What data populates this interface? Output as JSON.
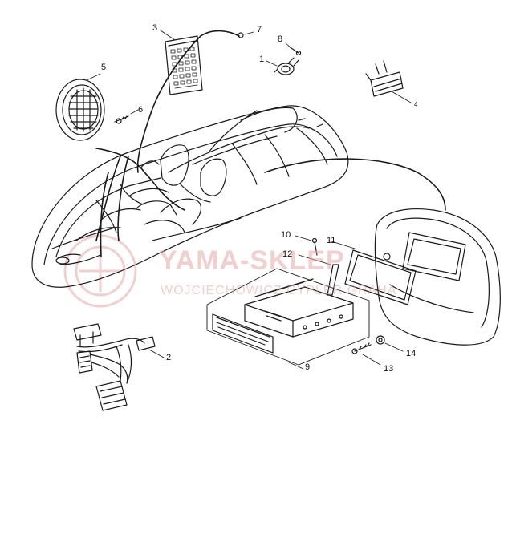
{
  "callouts": {
    "c1": "1",
    "c2": "2",
    "c3": "3",
    "c4": "4",
    "c5": "5",
    "c6": "6",
    "c7": "7",
    "c8": "8",
    "c9": "9",
    "c10": "10",
    "c11": "11",
    "c12": "12",
    "c13": "13",
    "c14": "14"
  },
  "watermark": {
    "main": "YAMA-SKLEP",
    "sub": "WOJCIECHOWICZ CYPLER GRAHA"
  },
  "colors": {
    "ink": "#1a1a1a",
    "watermark": "#e8a8a8"
  }
}
